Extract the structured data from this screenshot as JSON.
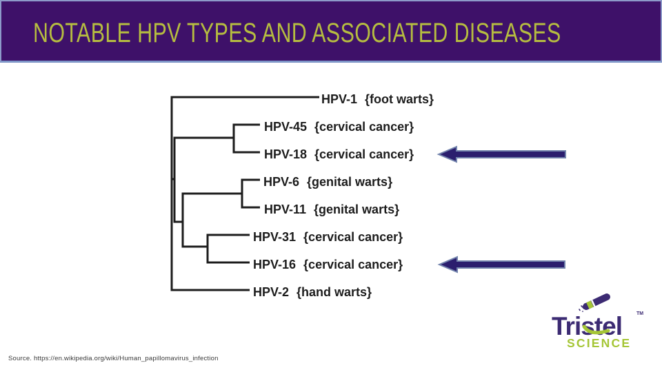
{
  "title": "NOTABLE HPV TYPES AND ASSOCIATED DISEASES",
  "colors": {
    "title_bar_bg": "#3e1169",
    "title_text": "#b6bd40",
    "title_bar_border": "#7e96c8",
    "tree_ink": "#1c1c1c",
    "arrow_fill": "#2b1e6e",
    "arrow_border": "#7283ac",
    "logo_purple": "#3c2b73",
    "logo_green": "#a5c636"
  },
  "tree": {
    "leaves": [
      {
        "type": "HPV-1",
        "disease": "{foot warts}",
        "highlighted": false
      },
      {
        "type": "HPV-45",
        "disease": "{cervical cancer}",
        "highlighted": false
      },
      {
        "type": "HPV-18",
        "disease": "{cervical cancer}",
        "highlighted": true
      },
      {
        "type": "HPV-6",
        "disease": "{genital warts}",
        "highlighted": false
      },
      {
        "type": "HPV-11",
        "disease": "{genital warts}",
        "highlighted": false
      },
      {
        "type": "HPV-31",
        "disease": "{cervical cancer}",
        "highlighted": false
      },
      {
        "type": "HPV-16",
        "disease": "{cervical cancer}",
        "highlighted": true
      },
      {
        "type": "HPV-2",
        "disease": "{hand warts}",
        "highlighted": false
      }
    ]
  },
  "source": "Source. https://en.wikipedia.org/wiki/Human_papillomavirus_infection",
  "logo": {
    "brand": "Tristel",
    "tm": "TM",
    "tagline": "SCIENCE"
  }
}
